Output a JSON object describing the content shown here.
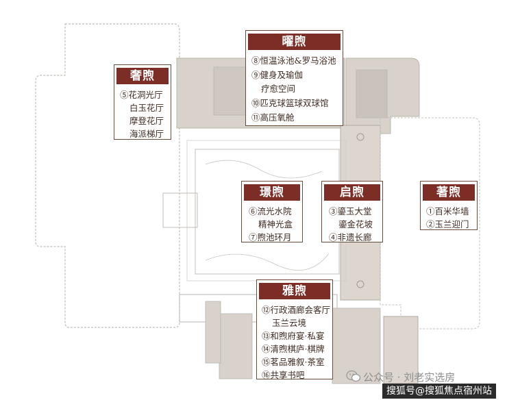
{
  "zones": [
    {
      "id": "yao",
      "title": "曜煦",
      "items": [
        "⑧恒温泳池&罗马浴池",
        "⑨健身及瑜伽",
        "疗愈空间",
        "⑩匹克球篮球双球馆",
        "⑪高压氧舱"
      ]
    },
    {
      "id": "she",
      "title": "奢煦",
      "items": [
        "⑤花洞光厅",
        "白玉花厅",
        "摩登花厅",
        "海派梯厅"
      ]
    },
    {
      "id": "jing",
      "title": "璟煦",
      "items": [
        "⑥流光水院",
        "精神光盒",
        "⑦煦池环月"
      ]
    },
    {
      "id": "qi",
      "title": "启煦",
      "items": [
        "③鎏玉大堂",
        "鎏金花坡",
        "④非遗长廊"
      ]
    },
    {
      "id": "zhu",
      "title": "著煦",
      "items": [
        "①百米华墙",
        "②玉兰迎门"
      ]
    },
    {
      "id": "ya",
      "title": "雅煦",
      "items": [
        "⑫行政酒廊会客厅",
        "玉兰云境",
        "⑬和煦府宴·私宴",
        "⑭清煦棋庐·棋牌",
        "⑮茗品雅叙·茶室",
        "⑯共享书吧"
      ]
    }
  ],
  "watermark": "公众号 · 刘老实选房",
  "site_badge": "搜狐号@搜狐焦点宿州站",
  "colors": {
    "title_bg": "#7c2d26",
    "border": "#6b4a3a",
    "plan_line": "#b9b4ae",
    "plan_fill": "#d8d2cb"
  }
}
